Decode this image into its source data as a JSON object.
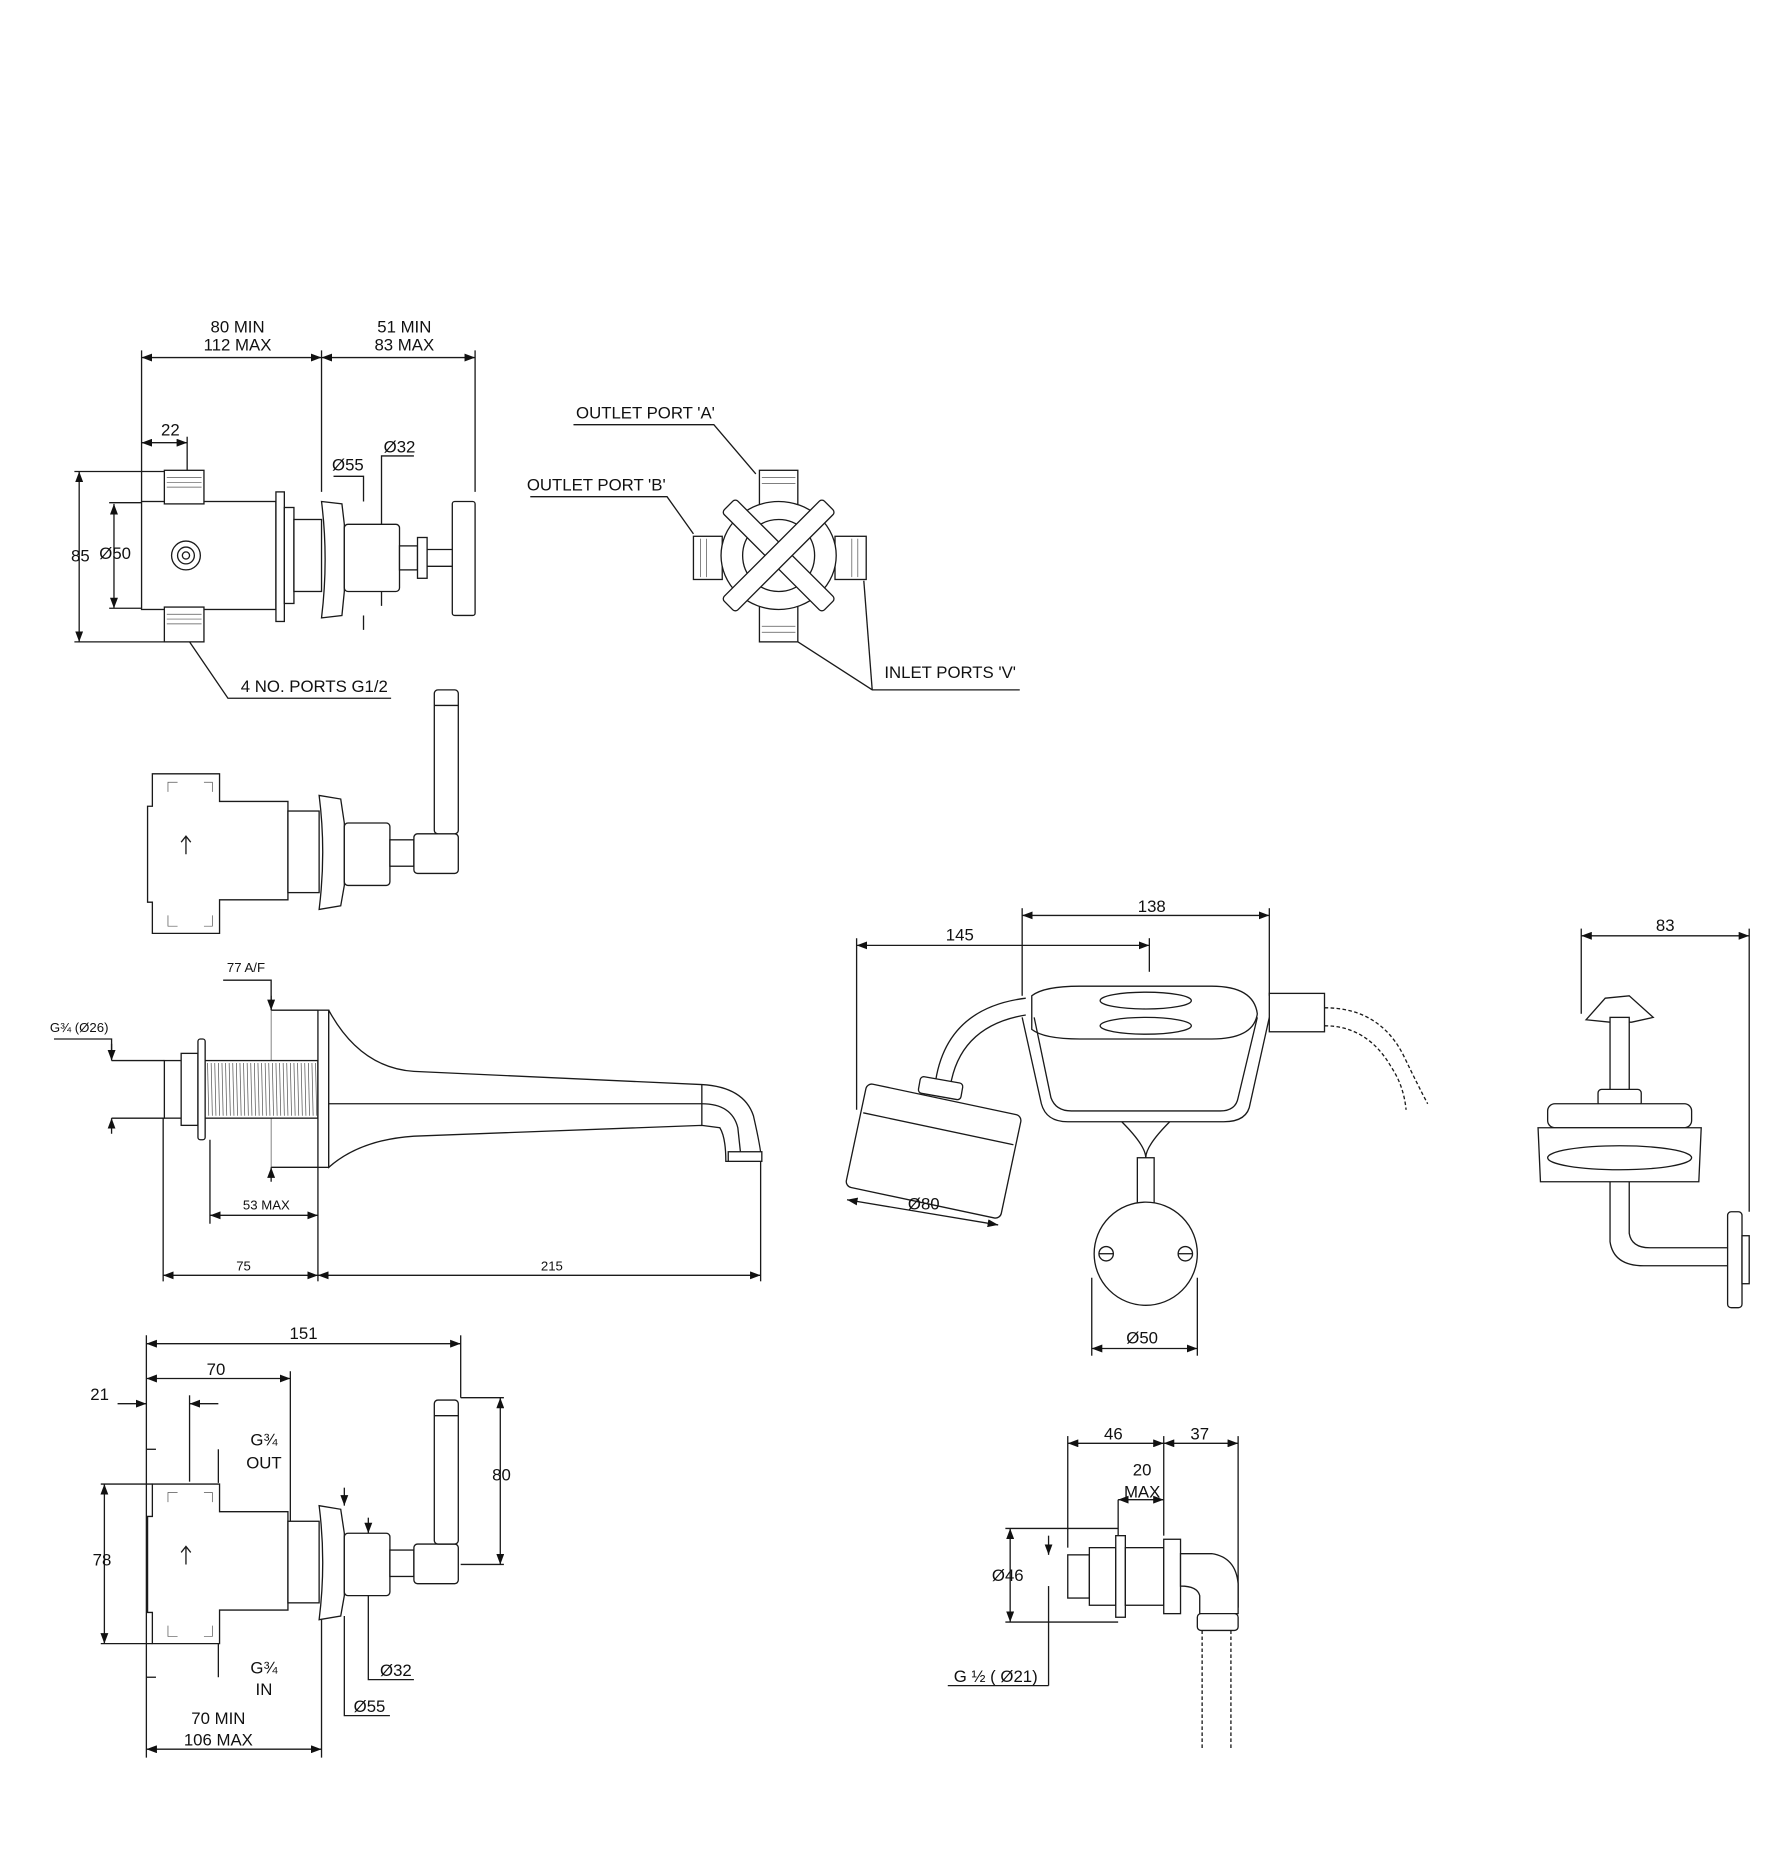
{
  "valve_front": {
    "dim_width_min": "80 MIN",
    "dim_width_max": "112 MAX",
    "dim_handle_min": "51 MIN",
    "dim_handle_max": "83 MAX",
    "dim_port_offset": "22",
    "dim_escutcheon": "Ø55",
    "dim_body": "Ø32",
    "dim_height": "85",
    "dim_body_dia": "Ø50",
    "ports_note": "4 NO. PORTS G1/2"
  },
  "valve_cross": {
    "outlet_a": "OUTLET PORT 'A'",
    "outlet_b": "OUTLET PORT 'B'",
    "inlet": "INLET PORTS 'V'"
  },
  "spout": {
    "across_flats": "77 A/F",
    "thread": "G¾ (Ø26)",
    "dim_max": "53 MAX",
    "dim_shank": "75",
    "dim_projection": "215"
  },
  "hand_shower": {
    "dim_overall": "145",
    "dim_handle": "138",
    "dim_head": "Ø80",
    "dim_wall_plate": "Ø50"
  },
  "shower_side": {
    "dim_depth": "83"
  },
  "lever_valve": {
    "dim_overall": "151",
    "dim_body": "70",
    "dim_port": "21",
    "out_thread": "G¾",
    "out_label": "OUT",
    "dim_height": "78",
    "dim_lever": "80",
    "in_thread": "G¾",
    "in_label": "IN",
    "dim_body_dia": "Ø32",
    "dim_escutcheon": "Ø55",
    "dim_min": "70 MIN",
    "dim_max": "106 MAX"
  },
  "wall_outlet": {
    "dim_body": "46",
    "dim_elbow": "37",
    "dim_max_a": "20",
    "dim_max_b": "MAX",
    "dim_dia": "Ø46",
    "thread": "G ½ ( Ø21)"
  }
}
